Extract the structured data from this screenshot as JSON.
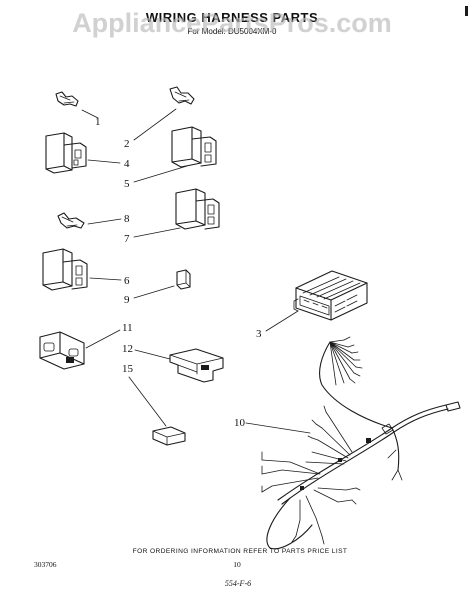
{
  "header": {
    "title": "WIRING HARNESS PARTS",
    "model_line": "For Model: DU5004XM-0",
    "watermark": "AppliancePartsPros.com"
  },
  "callouts": {
    "c1": "1",
    "c2": "2",
    "c3": "3",
    "c4": "4",
    "c5": "5",
    "c6": "6",
    "c7": "7",
    "c8": "8",
    "c9": "9",
    "c10": "10",
    "c11": "11",
    "c12": "12",
    "c15": "15"
  },
  "footer": {
    "ordering_note": "FOR ORDERING INFORMATION REFER TO PARTS PRICE LIST",
    "figure_code": "303706",
    "page_number": "10",
    "date_mark": "554-F-6"
  }
}
